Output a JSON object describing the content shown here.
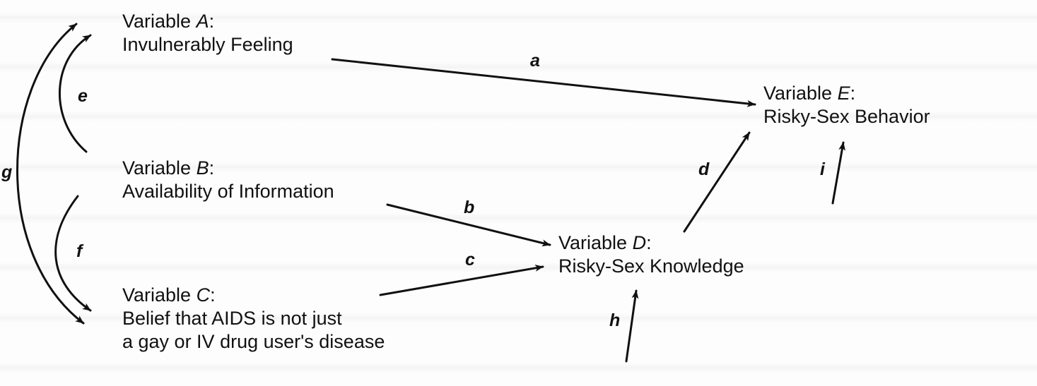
{
  "nodes": {
    "a": {
      "prefix": "Variable ",
      "letter": "A",
      "suffix": ":",
      "lines": [
        "Invulnerably Feeling"
      ]
    },
    "b": {
      "prefix": "Variable ",
      "letter": "B",
      "suffix": ":",
      "lines": [
        "Availability of Information"
      ]
    },
    "c": {
      "prefix": "Variable ",
      "letter": "C",
      "suffix": ":",
      "lines": [
        "Belief that AIDS is not just",
        "a gay or IV drug user's disease"
      ]
    },
    "d": {
      "prefix": "Variable ",
      "letter": "D",
      "suffix": ":",
      "lines": [
        "Risky-Sex Knowledge"
      ]
    },
    "e": {
      "prefix": "Variable ",
      "letter": "E",
      "suffix": ":",
      "lines": [
        "Risky-Sex Behavior"
      ]
    }
  },
  "edges": {
    "a": "a",
    "b": "b",
    "c": "c",
    "d": "d",
    "e": "e",
    "f": "f",
    "g": "g",
    "h": "h",
    "i": "i"
  },
  "colors": {
    "ink": "#111111",
    "paper": "#fdfdfd"
  }
}
